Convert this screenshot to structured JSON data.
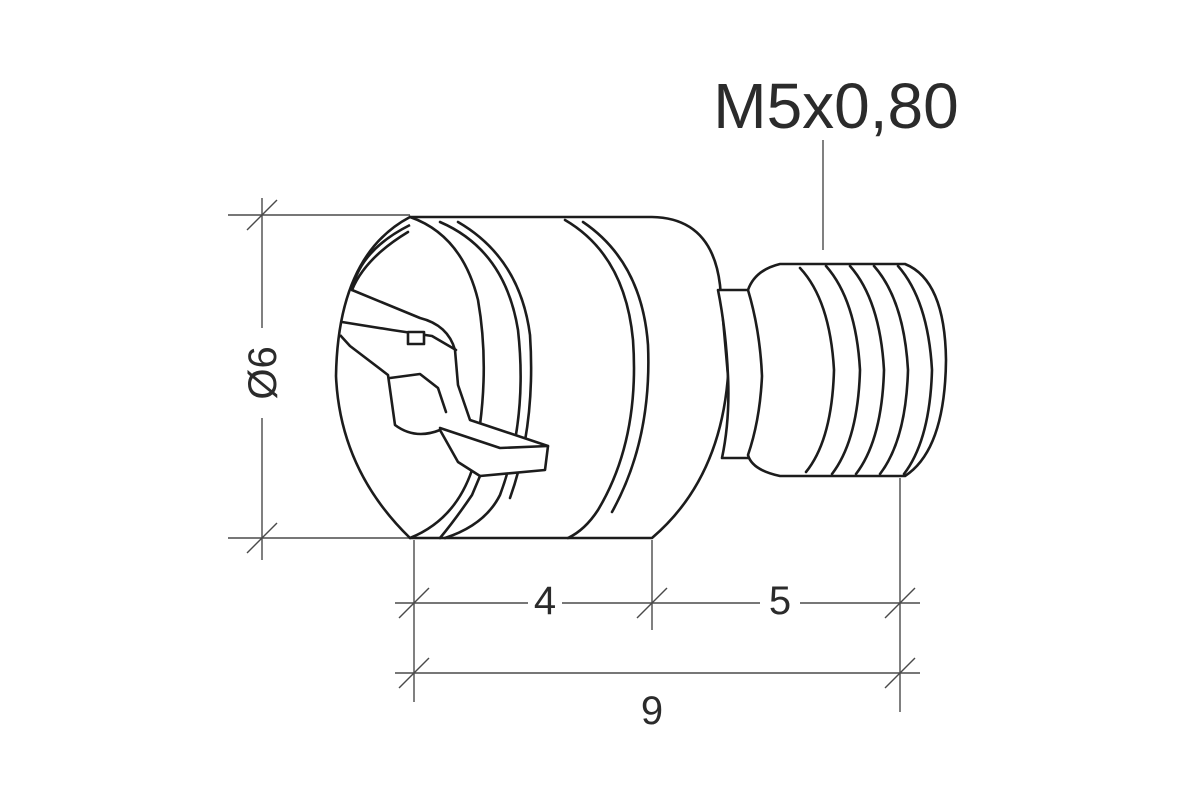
{
  "drawing": {
    "thread_callout": "M5x0,80",
    "diameter_label": "Ø6",
    "dim_head_length": "4",
    "dim_thread_length": "5",
    "dim_total_length": "9"
  }
}
